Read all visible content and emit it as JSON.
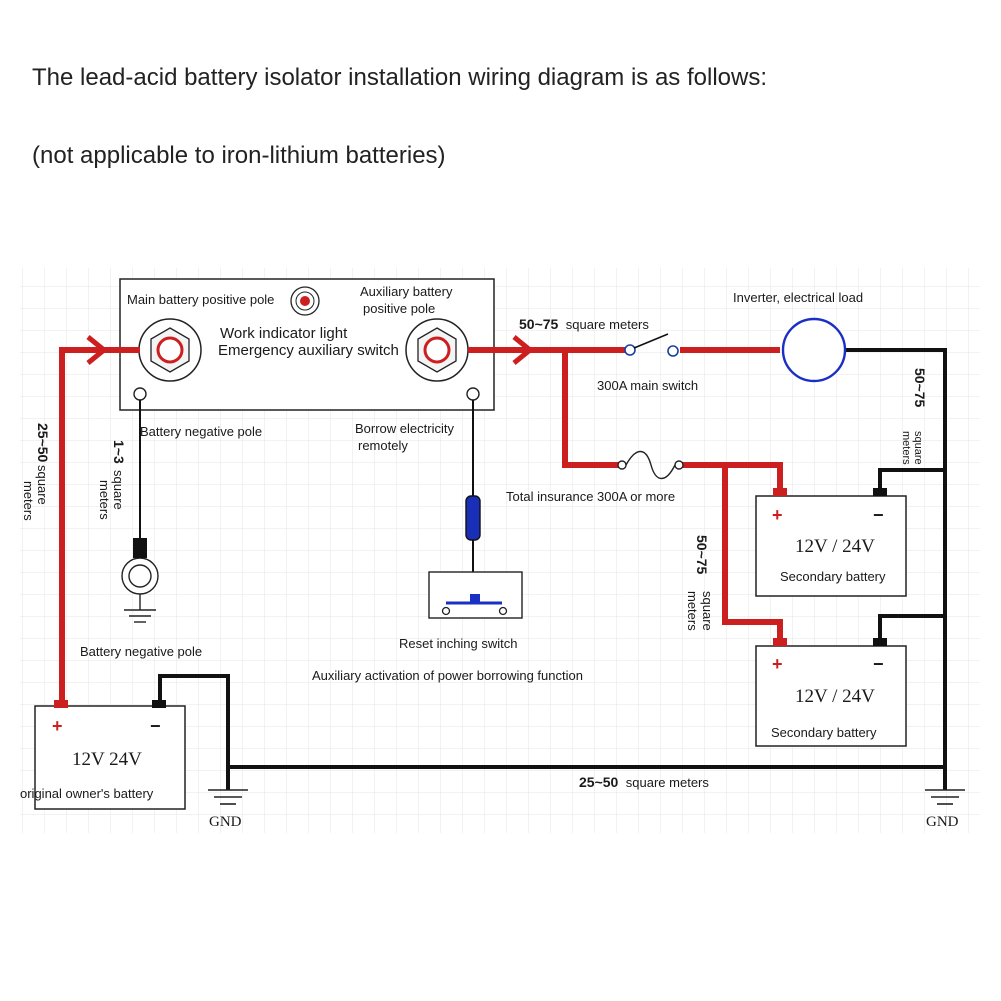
{
  "title": "The lead-acid battery isolator installation wiring diagram is as follows:",
  "subtitle": "(not applicable to iron-lithium batteries)",
  "isolator": {
    "main_positive": "Main battery positive pole",
    "aux_positive_line1": "Auxiliary battery",
    "aux_positive_line2": "positive pole",
    "indicator": "Work indicator light",
    "emergency": "Emergency auxiliary switch",
    "negative_pole": "Battery negative pole",
    "borrow_line1": "Borrow electricity",
    "borrow_line2": "remotely"
  },
  "wires": {
    "main_gauge_num": "50~75",
    "main_gauge_unit": "square meters",
    "left_gauge_num": "25~50",
    "left_gauge_unit1": "square",
    "left_gauge_unit2": "meters",
    "neg_gauge_num": "1~3",
    "neg_gauge_unit1": "square",
    "neg_gauge_unit2": "meters",
    "right_gauge_num": "50~75",
    "right_gauge_unit1": "square",
    "right_gauge_unit2": "meters",
    "mid_gauge_num": "50~75",
    "mid_gauge_unit1": "square",
    "mid_gauge_unit2": "meters",
    "bottom_gauge_num": "25~50",
    "bottom_gauge_unit": "square meters"
  },
  "components": {
    "main_switch": "300A main switch",
    "inverter": "Inverter, electrical load",
    "fuse": "Total insurance 300A or more",
    "reset_switch": "Reset inching switch",
    "aux_activation": "Auxiliary activation of power borrowing function",
    "negative_pole_left": "Battery negative pole",
    "gnd_left": "GND",
    "gnd_right": "GND"
  },
  "batteries": {
    "original_rating": "12V  24V",
    "original_name": "original owner's battery",
    "secondary_rating": "12V / 24V",
    "secondary_name": "Secondary battery",
    "plus": "+",
    "minus": "−"
  },
  "colors": {
    "positive_wire": "#cc1f1f",
    "negative_wire": "#111111",
    "inverter": "#1a2fc4",
    "switch_button": "#1a2fc4",
    "grid": "#e6e6e6"
  }
}
